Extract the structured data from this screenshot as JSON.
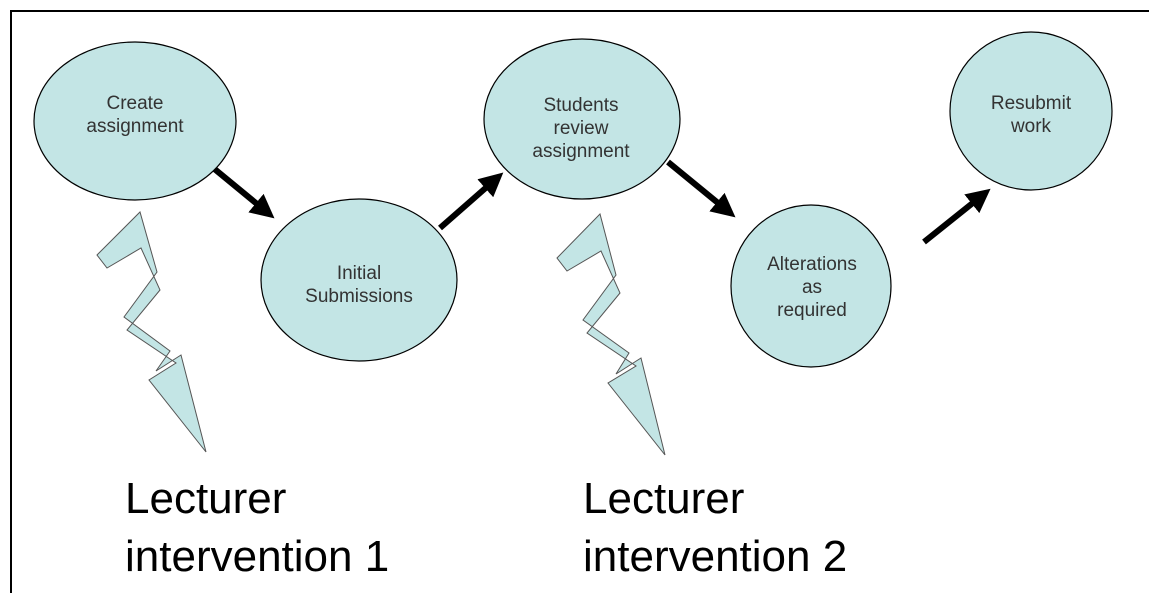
{
  "colors": {
    "node_fill": "#c3e5e5",
    "node_stroke": "#000000",
    "arrow": "#000000",
    "bolt_fill": "#c3e5e5",
    "text": "#333333"
  },
  "nodes": [
    {
      "id": "create-assignment",
      "label": "Create\nassignment"
    },
    {
      "id": "initial-submissions",
      "label": "Initial\nSubmissions"
    },
    {
      "id": "students-review-assignment",
      "label": "Students\nreview\nassignment"
    },
    {
      "id": "alterations-as-required",
      "label": "Alterations\nas\nrequired"
    },
    {
      "id": "resubmit-work",
      "label": "Resubmit\nwork"
    }
  ],
  "interventions": [
    {
      "label": "Lecturer\nintervention 1"
    },
    {
      "label": "Lecturer\nintervention 2"
    }
  ],
  "edges": [
    {
      "from": "create-assignment",
      "to": "initial-submissions"
    },
    {
      "from": "initial-submissions",
      "to": "students-review-assignment"
    },
    {
      "from": "students-review-assignment",
      "to": "alterations-as-required"
    },
    {
      "from": "alterations-as-required",
      "to": "resubmit-work"
    }
  ]
}
